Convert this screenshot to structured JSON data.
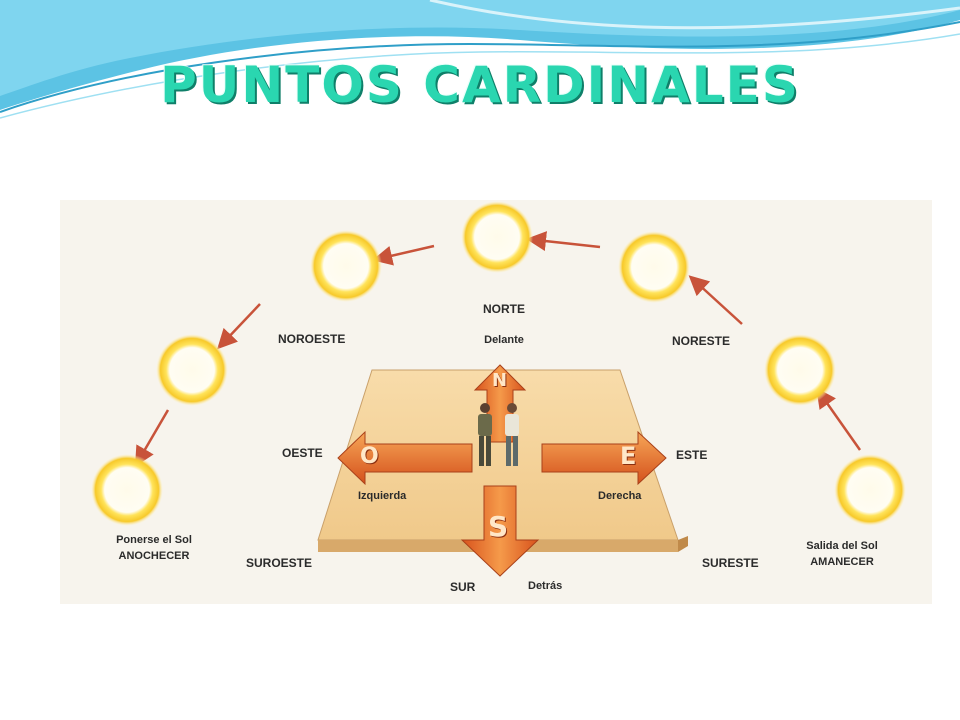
{
  "slide": {
    "title": "PUNTOS CARDINALES",
    "accent_color": "#2ad6b0",
    "wave_color": "#3fb3d8"
  },
  "diagram": {
    "directions": {
      "north": "NORTE",
      "south": "SUR",
      "east": "ESTE",
      "west": "OESTE",
      "northeast": "NORESTE",
      "northwest": "NOROESTE",
      "southeast": "SURESTE",
      "southwest": "SUROESTE"
    },
    "relative": {
      "front": "Delante",
      "back": "Detrás",
      "left": "Izquierda",
      "right": "Derecha"
    },
    "arrow_letters": {
      "n": "N",
      "s": "S",
      "e": "E",
      "o": "O"
    },
    "sunset": {
      "line1": "Ponerse el Sol",
      "line2": "ANOCHECER"
    },
    "sunrise": {
      "line1": "Salida del Sol",
      "line2": "AMANECER"
    },
    "sun_count": 7,
    "sun_color": "#ffd53a",
    "path_arrow_color": "#c8533a"
  }
}
